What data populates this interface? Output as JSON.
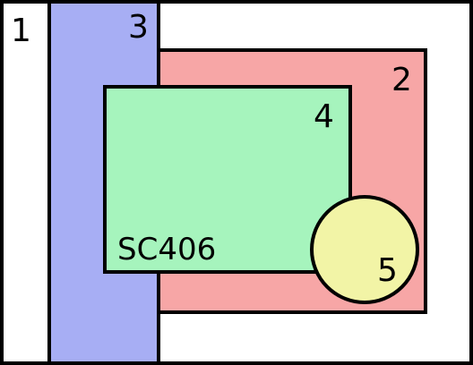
{
  "diagram": {
    "regions": [
      {
        "id": "1",
        "label": "1",
        "shape": "rectangle",
        "fill": "#ffffff"
      },
      {
        "id": "2",
        "label": "2",
        "shape": "rectangle",
        "fill": "#f7a6a6"
      },
      {
        "id": "3",
        "label": "3",
        "shape": "rectangle",
        "fill": "#a7aef4"
      },
      {
        "id": "4",
        "label": "4",
        "shape": "rectangle",
        "fill": "#a6f4bd"
      },
      {
        "id": "5",
        "label": "5",
        "shape": "circle",
        "fill": "#f2f4a6"
      }
    ],
    "code_label": "SC406",
    "stroke_color": "#000000"
  }
}
